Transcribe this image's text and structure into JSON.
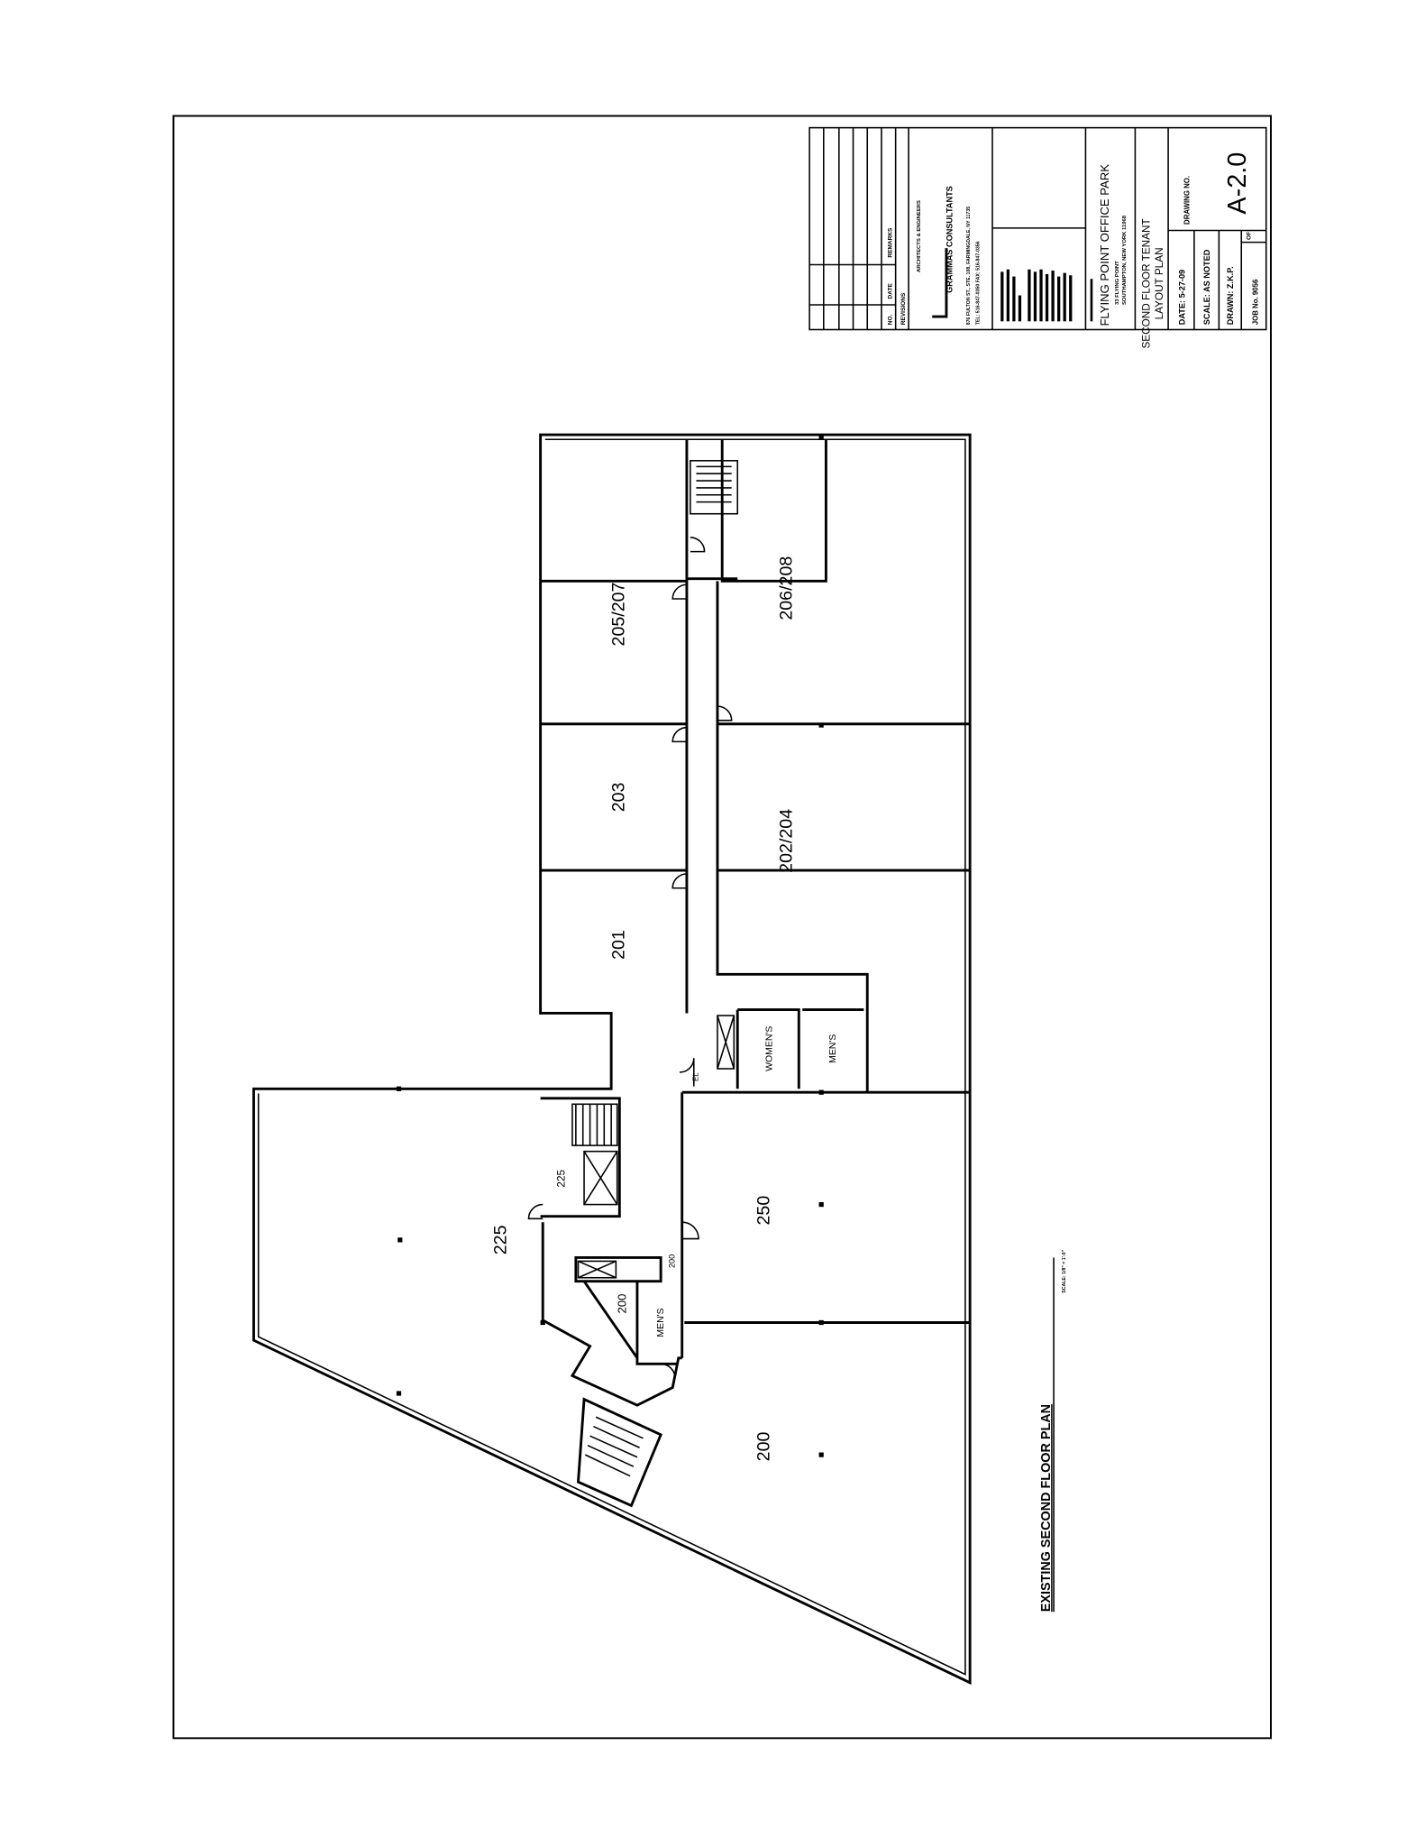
{
  "sheet": {
    "title_block": {
      "revisions_header": {
        "no": "NO.",
        "date": "DATE",
        "remarks": "REMARKS",
        "caption": "REVISIONS"
      },
      "firm": {
        "discipline": "ARCHITECTS & ENGINEERS",
        "name": "GRAMMAS CONSULTANTS",
        "address": "876 FULTON ST., STE. 108, FARMINGDALE, NY 11735",
        "contact": "TEL: 516-847-0350  FAX: 516-847-0356"
      },
      "project": {
        "name": "FLYING POINT OFFICE PARK",
        "address_line1": "33 FLYING POINT",
        "address_line2": "SOUTHAMPTON, NEW YORK 11968"
      },
      "sheet_title_line1": "SECOND FLOOR TENANT",
      "sheet_title_line2": "LAYOUT PLAN",
      "date": "DATE: 5-27-09",
      "scale": "SCALE: AS NOTED",
      "drawn": "DRAWN: Z.K.P.",
      "job_no": "JOB No. 9056",
      "drawing_no_label": "DRAWING NO.",
      "drawing_no": "A-2.0",
      "of_label": "OF:"
    },
    "plan": {
      "caption": "EXISTING SECOND FLOOR PLAN",
      "scale_note": "SCALE: 1/8\" = 1'-0\"",
      "rooms": {
        "r205_207": "205/207",
        "r206_208": "206/208",
        "r203": "203",
        "r202_204": "202/204",
        "r201": "201",
        "womens": "WOMEN'S",
        "mens_upper": "MEN'S",
        "el": "EL",
        "r225_small": "225",
        "r250": "250",
        "r225": "225",
        "r200_small_a": "200",
        "r200_small_b": "200",
        "mens_lower": "MEN'S",
        "r200": "200"
      }
    }
  }
}
